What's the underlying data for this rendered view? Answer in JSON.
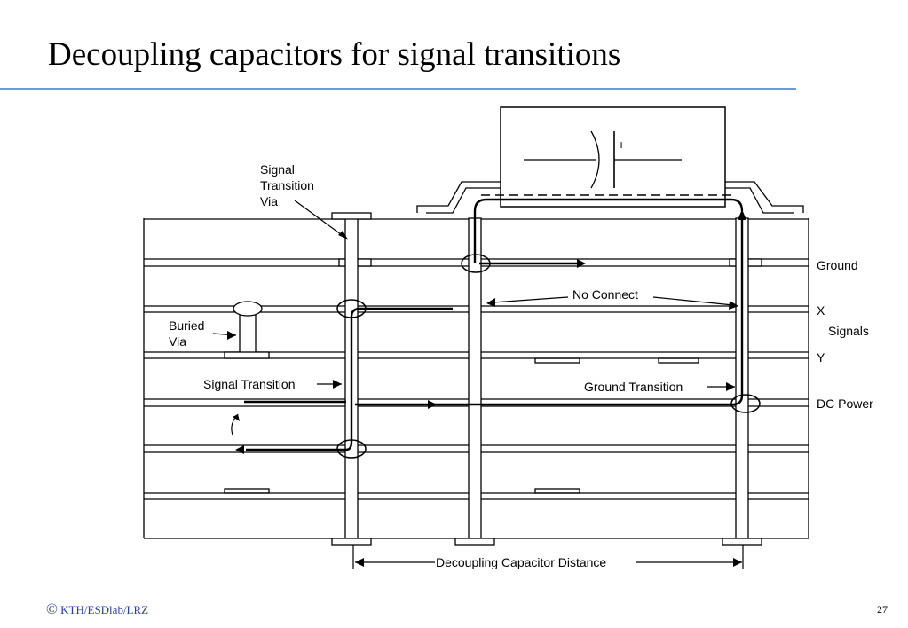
{
  "slide": {
    "title": "Decoupling capacitors for signal transitions",
    "copyright_symbol": "©",
    "footer_text": "KTH/ESDlab/LRZ",
    "page_number": "27",
    "accent_color": "#6f9ad8",
    "footer_color": "#2b3bb5"
  },
  "diagram": {
    "capacitor_polarity": "+",
    "labels": {
      "signal_transition_via": [
        "Signal",
        "Transition",
        "Via"
      ],
      "buried_via": [
        "Buried",
        "Via"
      ],
      "signal_transition": "Signal Transition",
      "no_connect": "No Connect",
      "ground_transition": "Ground Transition",
      "ground": "Ground",
      "x": "X",
      "signals": "Signals",
      "y": "Y",
      "dc_power": "DC Power",
      "decoupling_capacitor_distance": "Decoupling Capacitor Distance"
    }
  }
}
